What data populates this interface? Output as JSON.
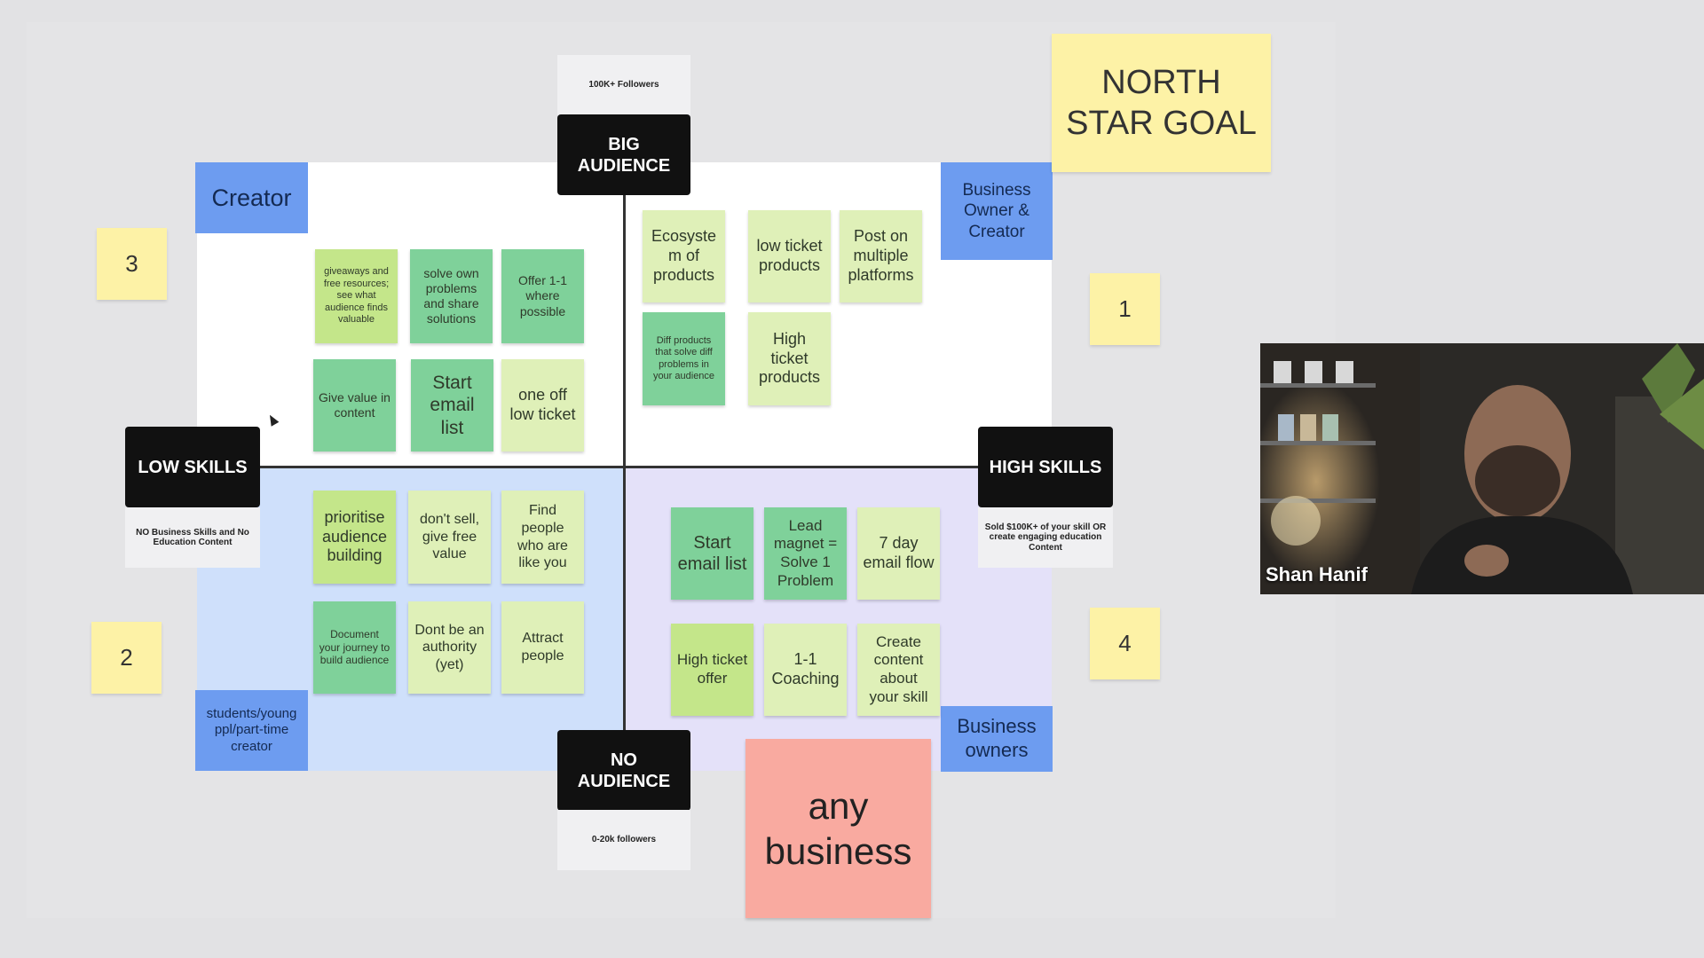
{
  "axes": {
    "top": {
      "label": "BIG\nAUDIENCE",
      "sub": "100K+ Followers"
    },
    "bottom": {
      "label": "NO\nAUDIENCE",
      "sub": "0-20k followers"
    },
    "left": {
      "label": "LOW SKILLS",
      "sub": "NO Business Skills and No Education Content"
    },
    "right": {
      "label": "HIGH SKILLS",
      "sub": "Sold $100K+ of your skill OR create engaging education Content"
    }
  },
  "quadrant_tags": {
    "top_left": "Creator",
    "top_right": "Business\nOwner &\nCreator",
    "bottom_left": "students/young\nppl/part-time\ncreator",
    "bottom_right": "Business\nowners"
  },
  "numbers": {
    "n1": "1",
    "n2": "2",
    "n3": "3",
    "n4": "4"
  },
  "north_star": "NORTH\nSTAR GOAL",
  "any_business": "any\nbusiness",
  "top_left_notes": [
    "giveaways and free resources; see what audience finds valuable",
    "solve own problems and share solutions",
    "Offer 1-1 where possible",
    "Give value in content",
    "Start\nemail list",
    "one off\nlow ticket"
  ],
  "top_right_notes": [
    "Ecosyste\nm of\nproducts",
    "low ticket\nproducts",
    "Post on\nmultiple\nplatforms",
    "Diff products that solve diff problems in your audience",
    "High\nticket\nproducts"
  ],
  "bottom_left_notes": [
    "prioritise\naudience\nbuilding",
    "don't sell,\ngive free\nvalue",
    "Find people\nwho are\nlike you",
    "Document your journey to build audience",
    "Dont be an\nauthority\n(yet)",
    "Attract\npeople"
  ],
  "bottom_right_notes": [
    "Start\nemail list",
    "Lead\nmagnet =\nSolve 1\nProblem",
    "7 day\nemail flow",
    "High ticket\noffer",
    "1-1\nCoaching",
    "Create\ncontent\nabout\nyour skill"
  ],
  "video": {
    "speaker_name": "Shan Hanif"
  },
  "colors": {
    "green_dark": "#7fd19a",
    "green_mid": "#c4e68a",
    "green_light": "#dff0b8",
    "blue_tag": "#6d9cf0",
    "yellow": "#fdf2a6",
    "pink": "#f9aaa0"
  }
}
